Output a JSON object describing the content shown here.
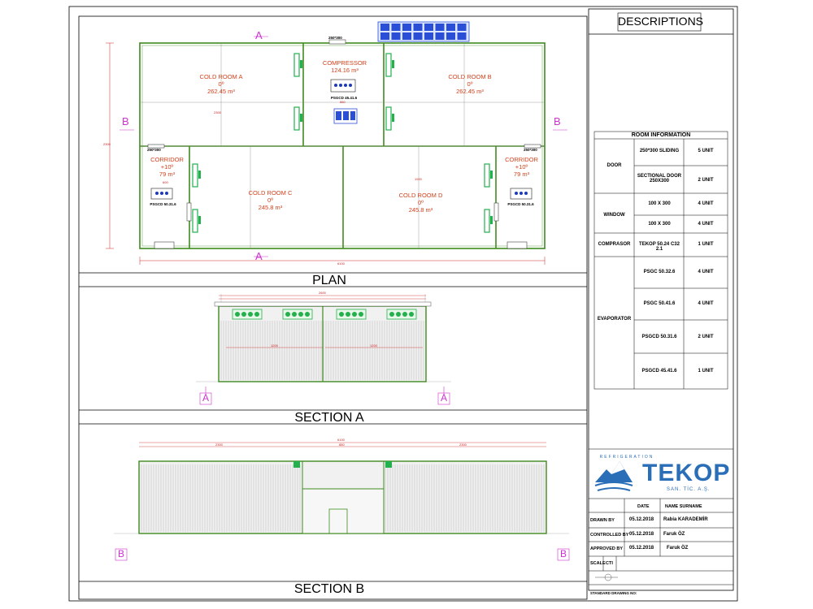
{
  "sheet": {
    "descriptions_title": "DESCRIPTIONS",
    "views": {
      "plan": "PLAN",
      "section_a": "SECTION A",
      "section_b": "SECTION B"
    }
  },
  "plan": {
    "rooms": [
      {
        "name": "COLD ROOM A",
        "temp": "0º",
        "volume": "262.45 m³"
      },
      {
        "name": "COMPRESSOR",
        "temp": "",
        "volume": "124.16 m³"
      },
      {
        "name": "COLD ROOM B",
        "temp": "0º",
        "volume": "262.45 m³"
      },
      {
        "name": "CORRIDOR",
        "temp": "+10º",
        "volume": "79 m³"
      },
      {
        "name": "COLD ROOM C",
        "temp": "0º",
        "volume": "245.8 m³"
      },
      {
        "name": "COLD ROOM D",
        "temp": "0º",
        "volume": "245.8 m³"
      },
      {
        "name": "CORRIDOR",
        "temp": "+10º",
        "volume": "79 m³"
      }
    ],
    "evap_labels": {
      "compressor": "PSGCD 45.41.6",
      "corridor_left": "PSGCD 50.31.6",
      "corridor_right": "PSGCD 50.31.6"
    },
    "door_labels": {
      "top": "250*300",
      "left": "250*300",
      "right": "250*300"
    },
    "section_marks": {
      "a": "A",
      "b": "B"
    },
    "dims": {
      "room_ab": "2300",
      "comp": "880",
      "overall": "6100",
      "room_cd": "1920",
      "corr": "600",
      "height": "2300"
    }
  },
  "section_a": {
    "marks": [
      "A",
      "A"
    ],
    "dims": [
      "2600",
      "1200",
      "1200"
    ]
  },
  "section_b": {
    "marks": [
      "B",
      "B"
    ],
    "dims": [
      "6100",
      "2300",
      "880",
      "2300"
    ]
  },
  "room_info": {
    "title": "ROOM INFORMATION",
    "rows": [
      {
        "cat": "DOOR",
        "items": [
          {
            "desc": "250*300 SLIDING",
            "qty": "5 UNIT"
          },
          {
            "desc": "SECTIONAL DOOR 250X300",
            "qty": "2 UNIT"
          }
        ]
      },
      {
        "cat": "WINDOW",
        "items": [
          {
            "desc": "100 X 300",
            "qty": "4 UNIT"
          },
          {
            "desc": "100 X 300",
            "qty": "4 UNIT"
          }
        ]
      },
      {
        "cat": "COMPRASOR",
        "items": [
          {
            "desc": "TEKOP 50.24 C32 2.1",
            "qty": "1 UNIT"
          }
        ]
      },
      {
        "cat": "EVAPORATOR",
        "items": [
          {
            "desc": "PSGC 50.32.6",
            "qty": "4 UNIT"
          },
          {
            "desc": "PSGC 50.41.6",
            "qty": "4 UNIT"
          },
          {
            "desc": "PSGCD 50.31.6",
            "qty": "2 UNIT"
          },
          {
            "desc": "PSGCD 45.41.6",
            "qty": "1 UNIT"
          }
        ]
      }
    ]
  },
  "logo": {
    "arc_text": "REFRIGERATION",
    "brand": "TEKOP",
    "sub": "SAN. TİC. A.Ş."
  },
  "title_block": {
    "col_date": "DATE",
    "col_name": "NAME SURNAME",
    "rows": [
      {
        "label": "DRAWN BY",
        "date": "05.12.2018",
        "name": "Rabia KARADEMİR"
      },
      {
        "label": "CONTROLLED BY",
        "date": "05.12.2018",
        "name": "Faruk ÖZ"
      },
      {
        "label": "APPROVED BY",
        "date": "05.12.2018",
        "name": "Faruk ÖZ"
      }
    ],
    "scale_label": "SCALE",
    "scale_value": "CTI",
    "footer": "STANDARD DRAWING NO:"
  },
  "colors": {
    "wall": "#3f8a1f",
    "room_text": "#d2401b",
    "mark": "#cc33cc",
    "dim": "#cc2222",
    "evap": "#22b14c",
    "comp_blue": "#2a4fd6"
  }
}
